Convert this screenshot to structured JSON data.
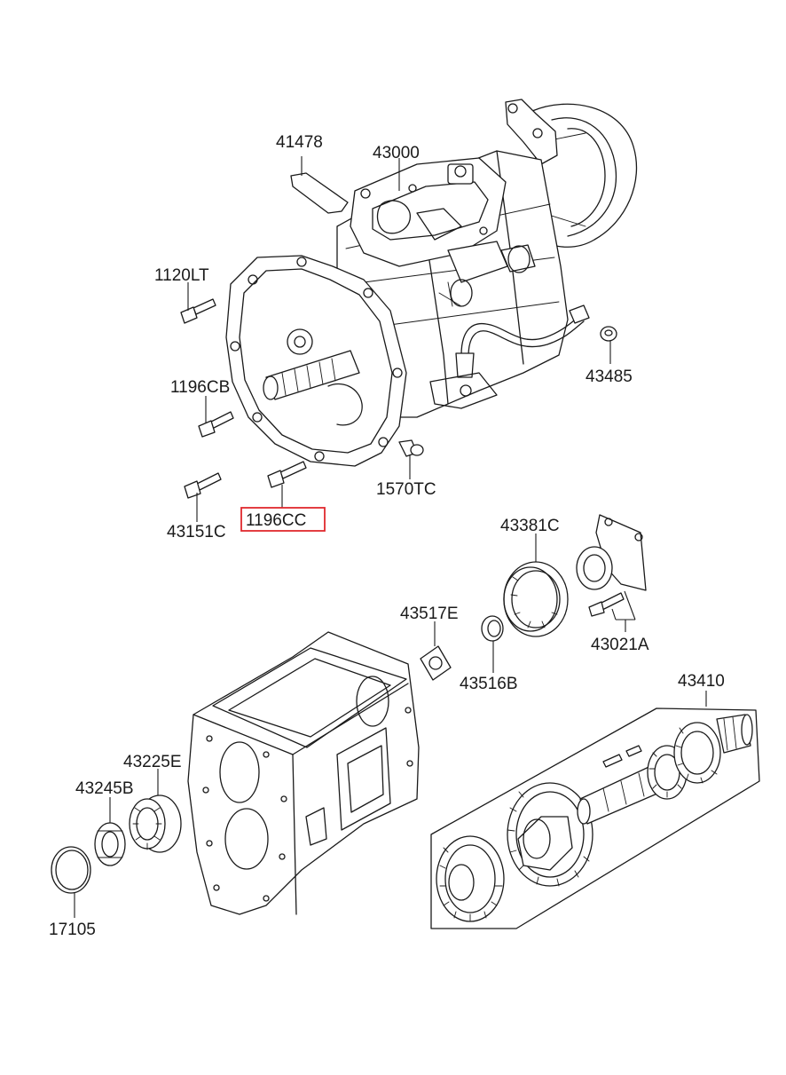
{
  "diagram": {
    "highlight_color": "#e0282e",
    "line_color": "#1a1a1a",
    "parts": [
      {
        "id": "p41478",
        "label": "41478"
      },
      {
        "id": "p43000",
        "label": "43000"
      },
      {
        "id": "p1120LT",
        "label": "1120LT"
      },
      {
        "id": "p43485",
        "label": "43485"
      },
      {
        "id": "p1196CB",
        "label": "1196CB"
      },
      {
        "id": "p1570TC",
        "label": "1570TC"
      },
      {
        "id": "p43151C",
        "label": "43151C"
      },
      {
        "id": "p1196CC",
        "label": "1196CC",
        "highlighted": true
      },
      {
        "id": "p43381C",
        "label": "43381C"
      },
      {
        "id": "p43517E",
        "label": "43517E"
      },
      {
        "id": "p43021A",
        "label": "43021A"
      },
      {
        "id": "p43516B",
        "label": "43516B"
      },
      {
        "id": "p43410",
        "label": "43410"
      },
      {
        "id": "p43225E",
        "label": "43225E"
      },
      {
        "id": "p43245B",
        "label": "43245B"
      },
      {
        "id": "p17105",
        "label": "17105"
      }
    ]
  }
}
